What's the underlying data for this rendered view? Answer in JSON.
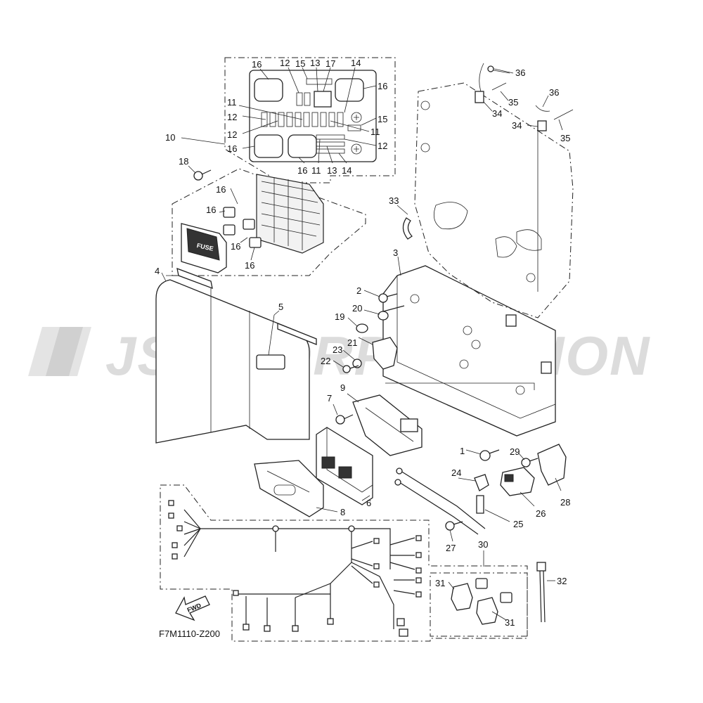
{
  "diagram_code": "F7M1110-Z200",
  "watermark": "JSP CORPORATION",
  "fuse_label": "FUSE",
  "fwd_label": "FWD",
  "callouts": [
    {
      "id": "c16a",
      "text": "16"
    },
    {
      "id": "c12a",
      "text": "12"
    },
    {
      "id": "c15a",
      "text": "15"
    },
    {
      "id": "c13a",
      "text": "13"
    },
    {
      "id": "c17",
      "text": "17"
    },
    {
      "id": "c14a",
      "text": "14"
    },
    {
      "id": "c16b",
      "text": "16"
    },
    {
      "id": "c11a",
      "text": "11"
    },
    {
      "id": "c12b",
      "text": "12"
    },
    {
      "id": "c15b",
      "text": "15"
    },
    {
      "id": "c12c",
      "text": "12"
    },
    {
      "id": "c11b",
      "text": "11"
    },
    {
      "id": "c10",
      "text": "10"
    },
    {
      "id": "c16c",
      "text": "16"
    },
    {
      "id": "c12d",
      "text": "12"
    },
    {
      "id": "c16d",
      "text": "16"
    },
    {
      "id": "c11c",
      "text": "11"
    },
    {
      "id": "c13b",
      "text": "13"
    },
    {
      "id": "c14b",
      "text": "14"
    },
    {
      "id": "c18",
      "text": "18"
    },
    {
      "id": "c16e",
      "text": "16"
    },
    {
      "id": "c16f",
      "text": "16"
    },
    {
      "id": "c16g",
      "text": "16"
    },
    {
      "id": "c16h",
      "text": "16"
    },
    {
      "id": "c4",
      "text": "4"
    },
    {
      "id": "c5",
      "text": "5"
    },
    {
      "id": "c3",
      "text": "3"
    },
    {
      "id": "c33",
      "text": "33"
    },
    {
      "id": "c2",
      "text": "2"
    },
    {
      "id": "c20",
      "text": "20"
    },
    {
      "id": "c19",
      "text": "19"
    },
    {
      "id": "c21",
      "text": "21"
    },
    {
      "id": "c23",
      "text": "23"
    },
    {
      "id": "c22",
      "text": "22"
    },
    {
      "id": "c9",
      "text": "9"
    },
    {
      "id": "c7",
      "text": "7"
    },
    {
      "id": "c1",
      "text": "1"
    },
    {
      "id": "c29",
      "text": "29"
    },
    {
      "id": "c24",
      "text": "24"
    },
    {
      "id": "c28",
      "text": "28"
    },
    {
      "id": "c26",
      "text": "26"
    },
    {
      "id": "c25",
      "text": "25"
    },
    {
      "id": "c6",
      "text": "6"
    },
    {
      "id": "c8",
      "text": "8"
    },
    {
      "id": "c27",
      "text": "27"
    },
    {
      "id": "c30",
      "text": "30"
    },
    {
      "id": "c32",
      "text": "32"
    },
    {
      "id": "c31a",
      "text": "31"
    },
    {
      "id": "c31b",
      "text": "31"
    },
    {
      "id": "c36a",
      "text": "36"
    },
    {
      "id": "c35a",
      "text": "35"
    },
    {
      "id": "c34a",
      "text": "34"
    },
    {
      "id": "c36b",
      "text": "36"
    },
    {
      "id": "c34b",
      "text": "34"
    },
    {
      "id": "c35b",
      "text": "35"
    }
  ]
}
